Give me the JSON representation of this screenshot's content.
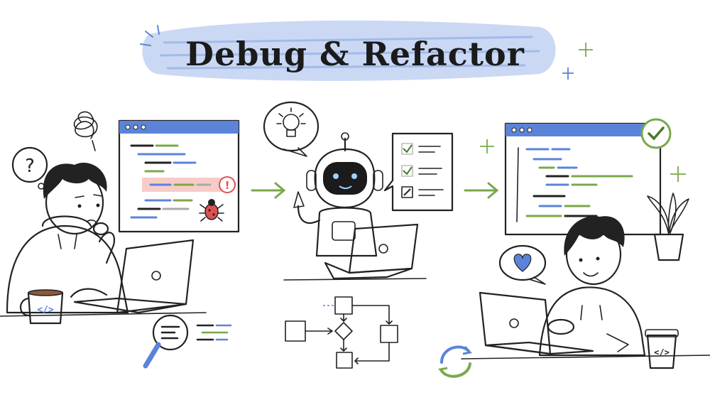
{
  "title": "Debug & Refactor",
  "colors": {
    "accent_blue": "#5b84d9",
    "light_blue": "#9fb8ea",
    "accent_green": "#7aa84a",
    "error_red": "#e05050",
    "error_band": "#f6c7c2",
    "ink": "#222222"
  },
  "icons": {
    "question": "?",
    "code_tag": "</>",
    "error_mark": "!",
    "heart": "heart-icon",
    "lightbulb": "lightbulb-icon",
    "bug": "bug-icon",
    "check": "check-icon",
    "wrench": "wrench-icon",
    "magnifier": "magnifying-glass-icon",
    "refresh": "refresh-cycle-icon",
    "sparkle": "sparkle-icon",
    "plant": "plant-icon"
  },
  "panels": {
    "debug": {
      "has_error_line": true,
      "has_bug": true
    },
    "ai_assist": {
      "checklist_items": [
        "check",
        "check",
        "wrench"
      ]
    },
    "refactored": {
      "status": "check"
    }
  }
}
